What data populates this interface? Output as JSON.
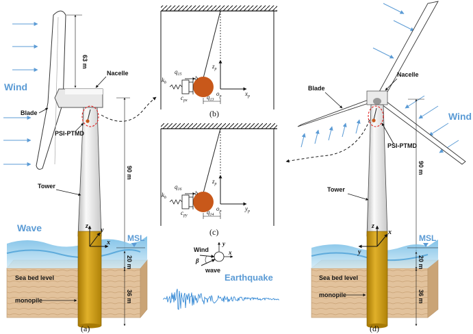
{
  "labels": {
    "wind_left": "Wind",
    "wind_right": "Wind",
    "wave": "Wave",
    "msl_left": "MSL",
    "msl_right": "MSL",
    "nacelle_left": "Nacelle",
    "nacelle_right": "Nacelle",
    "blade_left": "Blade",
    "blade_right": "Blade",
    "psi_left": "PSI-PTMD",
    "psi_right": "PSI-PTMD",
    "tower_left": "Tower",
    "tower_right": "Tower",
    "seabed_left": "Sea bed level",
    "seabed_right": "Sea bed level",
    "monopile_left": "monopile",
    "monopile_right": "monopile",
    "earthquake": "Earthquake",
    "wind_small": "Wind",
    "wave_small": "wave",
    "beta": "β"
  },
  "dimensions": {
    "blade_length": "63 m",
    "hub_height_left": "90 m",
    "hub_height_right": "90 m",
    "water_depth_left": "20 m",
    "water_depth_right": "20 m",
    "pile_depth_left": "36 m",
    "pile_depth_right": "36 m"
  },
  "axes": {
    "z_left": "z",
    "y_left": "y",
    "x_left": "x",
    "z_right": "z",
    "x_right": "x",
    "y_right": "y",
    "comp_y": "y",
    "comp_x": "x"
  },
  "panel_b": {
    "kb": "k",
    "kb_sub": "b",
    "cpx": "c",
    "cpx_sub": "px",
    "q15": "q",
    "q15_sub": "15",
    "q13": "q",
    "q13_sub": "13",
    "zp": "z",
    "zp_sub": "p",
    "xp": "x",
    "xp_sub": "p",
    "op": "o",
    "op_sub": "p",
    "b": "b"
  },
  "panel_c": {
    "kb": "k",
    "kb_sub": "b",
    "cpy": "c",
    "cpy_sub": "py",
    "q16": "q",
    "q16_sub": "16",
    "q14": "q",
    "q14_sub": "14",
    "zp": "z",
    "zp_sub": "p",
    "yp": "y",
    "yp_sub": "p",
    "op": "o",
    "op_sub": "p",
    "b": "b"
  },
  "captions": {
    "a": "(a)",
    "b": "(b)",
    "c": "(c)",
    "d": "(d)"
  },
  "colors": {
    "wind_arrow": "#5b9bd5",
    "water": "#7fc4e8",
    "seabed": "#d8b48a",
    "monopile": "#c8960f",
    "mass": "#c8581a",
    "tower": "#f2f2f2",
    "seismic": "#1f7cd0"
  }
}
